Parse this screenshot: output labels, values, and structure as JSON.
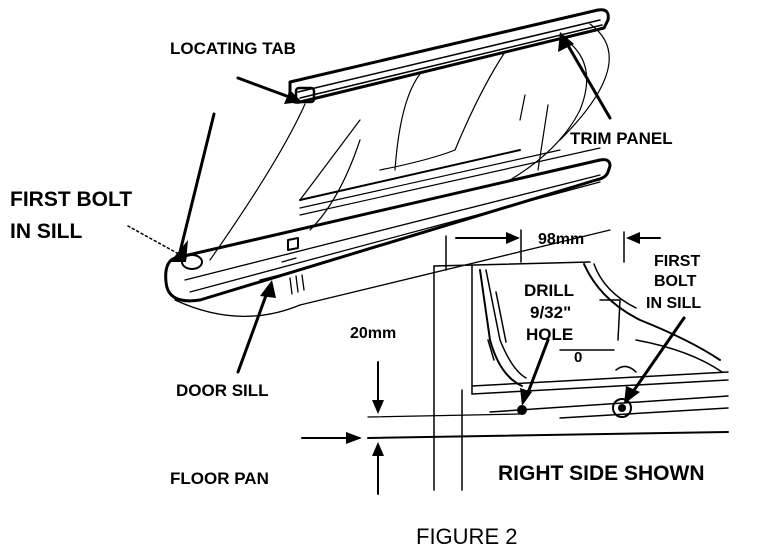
{
  "labels": {
    "locating_tab": "LOCATING TAB",
    "trim_panel": "TRIM PANEL",
    "first_bolt_line1": "FIRST BOLT",
    "first_bolt_line2": "IN SILL",
    "door_sill": "DOOR SILL",
    "dim_98": "98mm",
    "first_bolt_right_1": "FIRST",
    "first_bolt_right_2": "BOLT",
    "first_bolt_right_3": "IN SILL",
    "drill_1": "DRILL",
    "drill_2": "9/32\"",
    "drill_3": "HOLE",
    "hole_mark": "0",
    "dim_20": "20mm",
    "floor_pan": "FLOOR PAN",
    "right_side": "RIGHT SIDE SHOWN"
  },
  "caption": "FIGURE 2",
  "colors": {
    "ink": "#000000",
    "paper": "#ffffff"
  }
}
